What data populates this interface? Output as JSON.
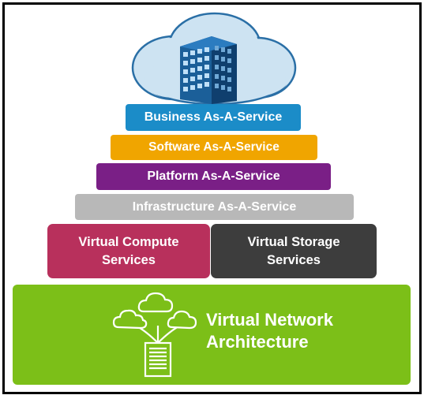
{
  "colors": {
    "business": "#1b8cc8",
    "software": "#f0a500",
    "platform": "#7a1f86",
    "infrastructure": "#b8b8b8",
    "compute": "#b8305c",
    "storage": "#3d3d3d",
    "network": "#7cbf18",
    "cloud_fill": "#cde3f2",
    "cloud_stroke": "#2a6fa6"
  },
  "layers": {
    "business": "Business As-A-Service",
    "software": "Software As-A-Service",
    "platform": "Platform As-A-Service",
    "infrastructure": "Infrastructure As-A-Service",
    "compute": {
      "line1": "Virtual Compute",
      "line2": "Services"
    },
    "storage": {
      "line1": "Virtual Storage",
      "line2": "Services"
    },
    "network": {
      "line1": "Virtual Network",
      "line2": "Architecture"
    }
  },
  "icons": {
    "top": "cloud-building-icon",
    "bottom": "cloud-server-icon"
  }
}
